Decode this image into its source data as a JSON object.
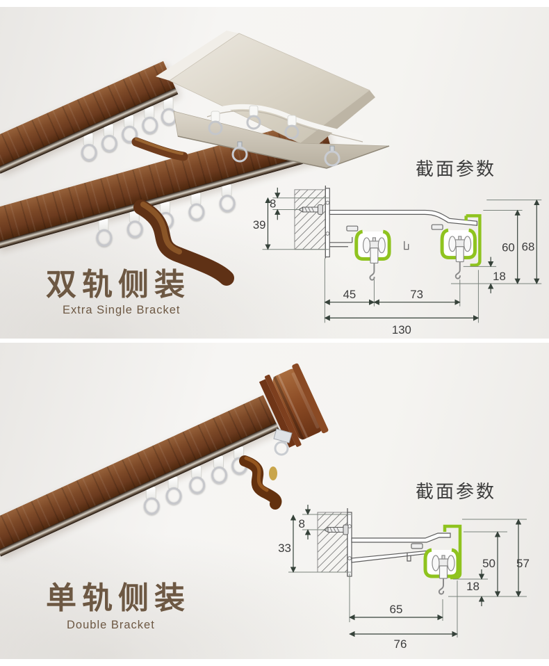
{
  "colors": {
    "accent_green": "#8fc31f",
    "dimension_line": "#36423a",
    "title_brown": "#6d5843",
    "heading_gray": "#3c3c3c",
    "wood_brown": "#7e4a28",
    "bracket_champagne": "#d9d3c7"
  },
  "sections": [
    {
      "title_cn": "双轨侧装",
      "title_en": "Extra Single Bracket",
      "diagram": {
        "heading": "截面参数",
        "dims": {
          "top_offset": "8",
          "bracket_height": "39",
          "to_first_track": "45",
          "track_spacing": "73",
          "total_depth": "130",
          "inner_height": "60",
          "overall_height": "68",
          "hook_drop": "18"
        }
      }
    },
    {
      "title_cn": "单轨侧装",
      "title_en": "Double Bracket",
      "diagram": {
        "heading": "截面参数",
        "dims": {
          "top_offset": "8",
          "bracket_height": "33",
          "to_track": "65",
          "total_depth": "76",
          "inner_height": "50",
          "overall_height": "57",
          "hook_drop": "18"
        }
      }
    }
  ]
}
